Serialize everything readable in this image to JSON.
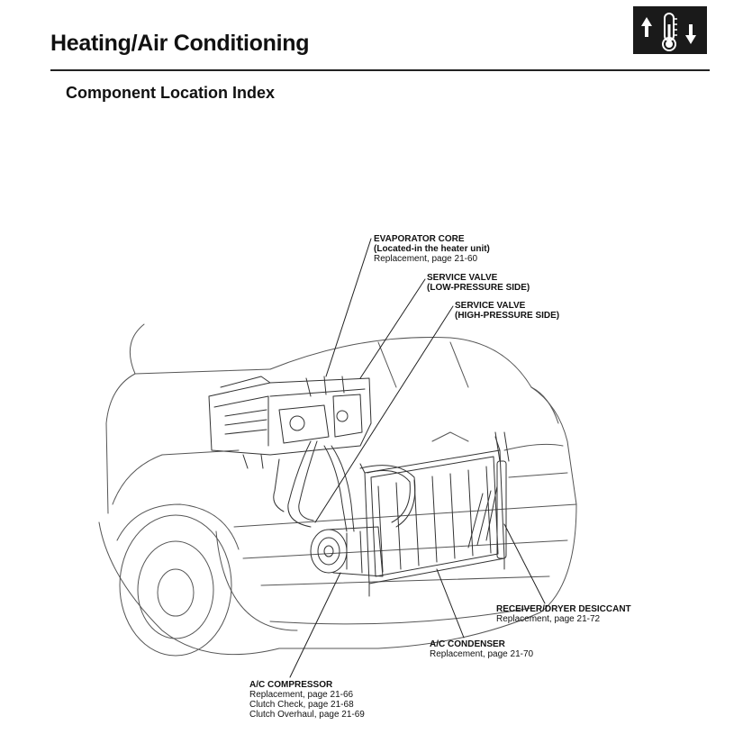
{
  "header": {
    "title": "Heating/Air Conditioning",
    "subtitle": "Component Location Index",
    "badge_icon": "temperature-up-down-icon"
  },
  "callouts": {
    "evaporator": {
      "name": "EVAPORATOR CORE",
      "lines": [
        "(Located-in the heater unit)",
        "Replacement, page 21-60"
      ]
    },
    "valve_low": {
      "name": "SERVICE VALVE",
      "lines": [
        "(LOW-PRESSURE SIDE)"
      ]
    },
    "valve_high": {
      "name": "SERVICE VALVE",
      "lines": [
        "(HIGH-PRESSURE SIDE)"
      ]
    },
    "receiver": {
      "name": "RECEIVER/DRYER DESICCANT",
      "lines": [
        "Replacement, page 21-72"
      ]
    },
    "condenser": {
      "name": "A/C CONDENSER",
      "lines": [
        "Replacement, page 21-70"
      ]
    },
    "compressor": {
      "name": "A/C COMPRESSOR",
      "lines": [
        "Replacement, page 21-66",
        "Clutch Check, page 21-68",
        "Clutch Overhaul, page 21-69"
      ]
    }
  }
}
